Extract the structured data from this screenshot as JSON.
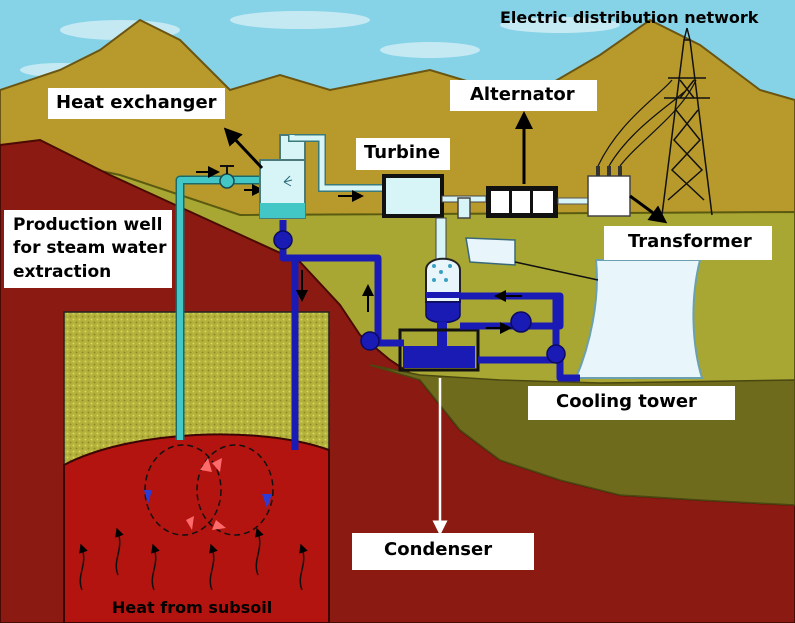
{
  "labels": {
    "electric_network": "Electric distribution network",
    "heat_exchanger": "Heat exchanger",
    "alternator": "Alternator",
    "turbine": "Turbine",
    "production_well_line1": "Production well",
    "production_well_line2": "for steam water",
    "production_well_line3": "extraction",
    "transformer": "Transformer",
    "cooling_tower": "Cooling tower",
    "condenser": "Condenser",
    "heat_from_subsoil": "Heat from subsoil"
  },
  "colors": {
    "sky": "#7fd0e6",
    "mountain": "#b89a2c",
    "ground_olive": "#a8a733",
    "subsoil_red": "#8b1a12",
    "reservoir_red": "#b3140f",
    "hot_pipe": "#3cc0c0",
    "cold_pipe": "#1a1ab4",
    "tower": "#e8f6fb"
  }
}
